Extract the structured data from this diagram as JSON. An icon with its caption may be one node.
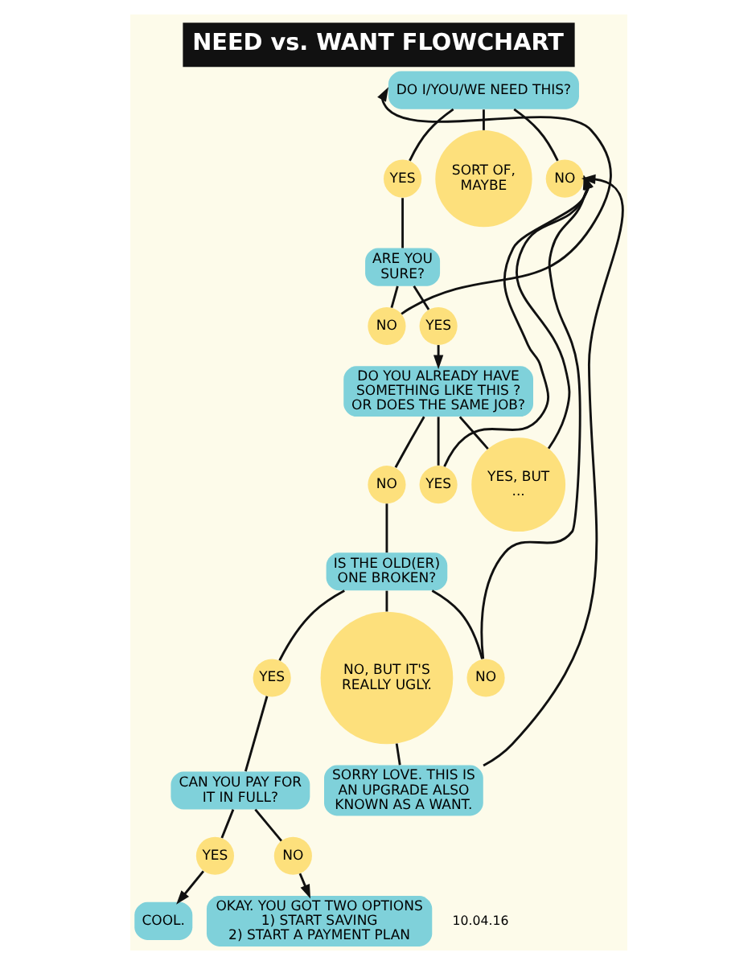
{
  "diagram": {
    "title": "NEED vs. WANT FLOWCHART",
    "nodes": [
      {
        "text": [
          "DO I/YOU/WE NEED THIS?"
        ]
      },
      {
        "text": [
          "YES"
        ]
      },
      {
        "text": [
          "SORT OF, MAYBE"
        ]
      },
      {
        "text": [
          "NO"
        ]
      },
      {
        "text": [
          "ARE YOU SURE?"
        ]
      },
      {
        "text": [
          "NO"
        ]
      },
      {
        "text": [
          "YES"
        ]
      },
      {
        "text": [
          "DO YOU ALREADY HAVE SOMETHING LIKE THIS ? OR DOES THE SAME JOB?"
        ]
      },
      {
        "text": [
          "NO"
        ]
      },
      {
        "text": [
          "YES"
        ]
      },
      {
        "text": [
          "YES, BUT ..."
        ]
      },
      {
        "text": [
          "IS THE OLD(ER) ONE BROKEN?"
        ]
      },
      {
        "text": [
          "YES"
        ]
      },
      {
        "text": [
          "NO, BUT IT'S REALLY UGLY."
        ]
      },
      {
        "text": [
          "NO"
        ]
      },
      {
        "text": [
          "CAN YOU PAY FOR IT IN FULL?"
        ]
      },
      {
        "text": [
          "SORRY LOVE. THIS IS AN UPGRADE ALSO KNOWN AS A WANT."
        ]
      },
      {
        "text": [
          "YES"
        ]
      },
      {
        "text": [
          "NO"
        ]
      },
      {
        "text": [
          "COOL."
        ]
      },
      {
        "text": [
          "OKAY. YOU GOT TWO OPTIONS",
          "1) START SAVING",
          "2) START A PAYMENT PLAN"
        ]
      }
    ],
    "edges": [
      {
        "from": 0,
        "to": 1,
        "arrow": "none"
      },
      {
        "from": 0,
        "to": 2,
        "arrow": "none"
      },
      {
        "from": 0,
        "to": 3,
        "arrow": "none"
      },
      {
        "from": 1,
        "to": 4,
        "arrow": "none"
      },
      {
        "from": 4,
        "to": 5,
        "arrow": "none"
      },
      {
        "from": 4,
        "to": 6,
        "arrow": "none"
      },
      {
        "from": 5,
        "to": 0,
        "arrow": "to"
      },
      {
        "from": 6,
        "to": 7,
        "arrow": "to"
      },
      {
        "from": 7,
        "to": 8,
        "arrow": "none"
      },
      {
        "from": 7,
        "to": 9,
        "arrow": "none"
      },
      {
        "from": 7,
        "to": 10,
        "arrow": "none"
      },
      {
        "from": 9,
        "to": 3,
        "arrow": "to"
      },
      {
        "from": 10,
        "to": 3,
        "arrow": "to"
      },
      {
        "from": 8,
        "to": 11,
        "arrow": "none"
      },
      {
        "from": 11,
        "to": 12,
        "arrow": "none"
      },
      {
        "from": 11,
        "to": 13,
        "arrow": "none"
      },
      {
        "from": 11,
        "to": 14,
        "arrow": "none"
      },
      {
        "from": 14,
        "to": 3,
        "arrow": "to"
      },
      {
        "from": 13,
        "to": 16,
        "arrow": "none"
      },
      {
        "from": 16,
        "to": 3,
        "arrow": "to"
      },
      {
        "from": 12,
        "to": 15,
        "arrow": "none"
      },
      {
        "from": 15,
        "to": 17,
        "arrow": "none"
      },
      {
        "from": 15,
        "to": 18,
        "arrow": "none"
      },
      {
        "from": 17,
        "to": 19,
        "arrow": "to"
      },
      {
        "from": 18,
        "to": 20,
        "arrow": "to"
      }
    ],
    "labels": [
      "10.04.16"
    ]
  }
}
